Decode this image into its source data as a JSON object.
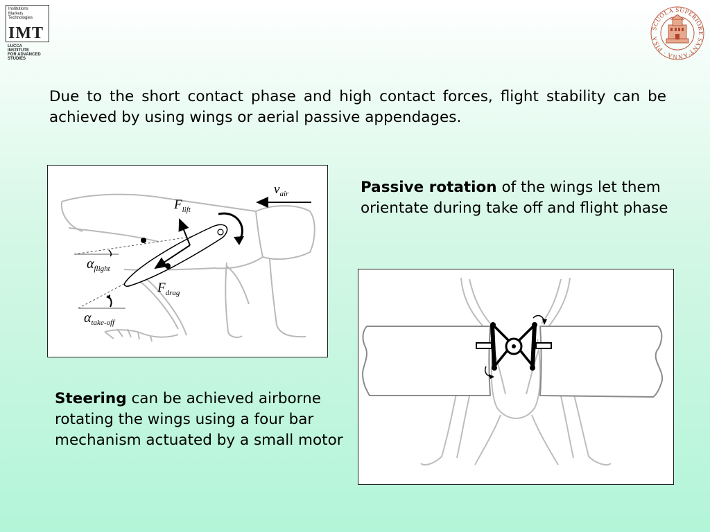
{
  "header": {
    "imt_logo": {
      "small_lines": [
        "Institutions",
        "Markets",
        "Technologies"
      ],
      "big": "IMT",
      "sub_lines": [
        "LUCCA",
        "INSTITUTE",
        "FOR ADVANCED",
        "STUDIES"
      ]
    },
    "pisa_seal": {
      "text": "SCUOLA SUPERIORE SANT'ANNA · PISA ·",
      "icon": "university-seal-icon"
    }
  },
  "intro": "Due to the short contact phase and high contact forces, flight stability can be achieved by using wings or aerial passive appendages.",
  "figure1": {
    "v_air": "v",
    "v_air_sub": "air",
    "f_lift": "F",
    "f_lift_sub": "lift",
    "f_drag": "F",
    "f_drag_sub": "drag",
    "alpha_flight": "α",
    "alpha_flight_sub": "flight",
    "alpha_takeoff": "α",
    "alpha_takeoff_sub": "take-off"
  },
  "passive": {
    "bold": "Passive rotation",
    "rest": " of the wings let them orientate during take off and flight phase"
  },
  "steering": {
    "bold": "Steering",
    "rest": " can be achieved airborne rotating the wings using a four bar mechanism actuated by a small motor"
  },
  "colors": {
    "line_gray": "#b9b9b9",
    "dark_gray": "#777777",
    "seal_red": "#c0533a"
  }
}
